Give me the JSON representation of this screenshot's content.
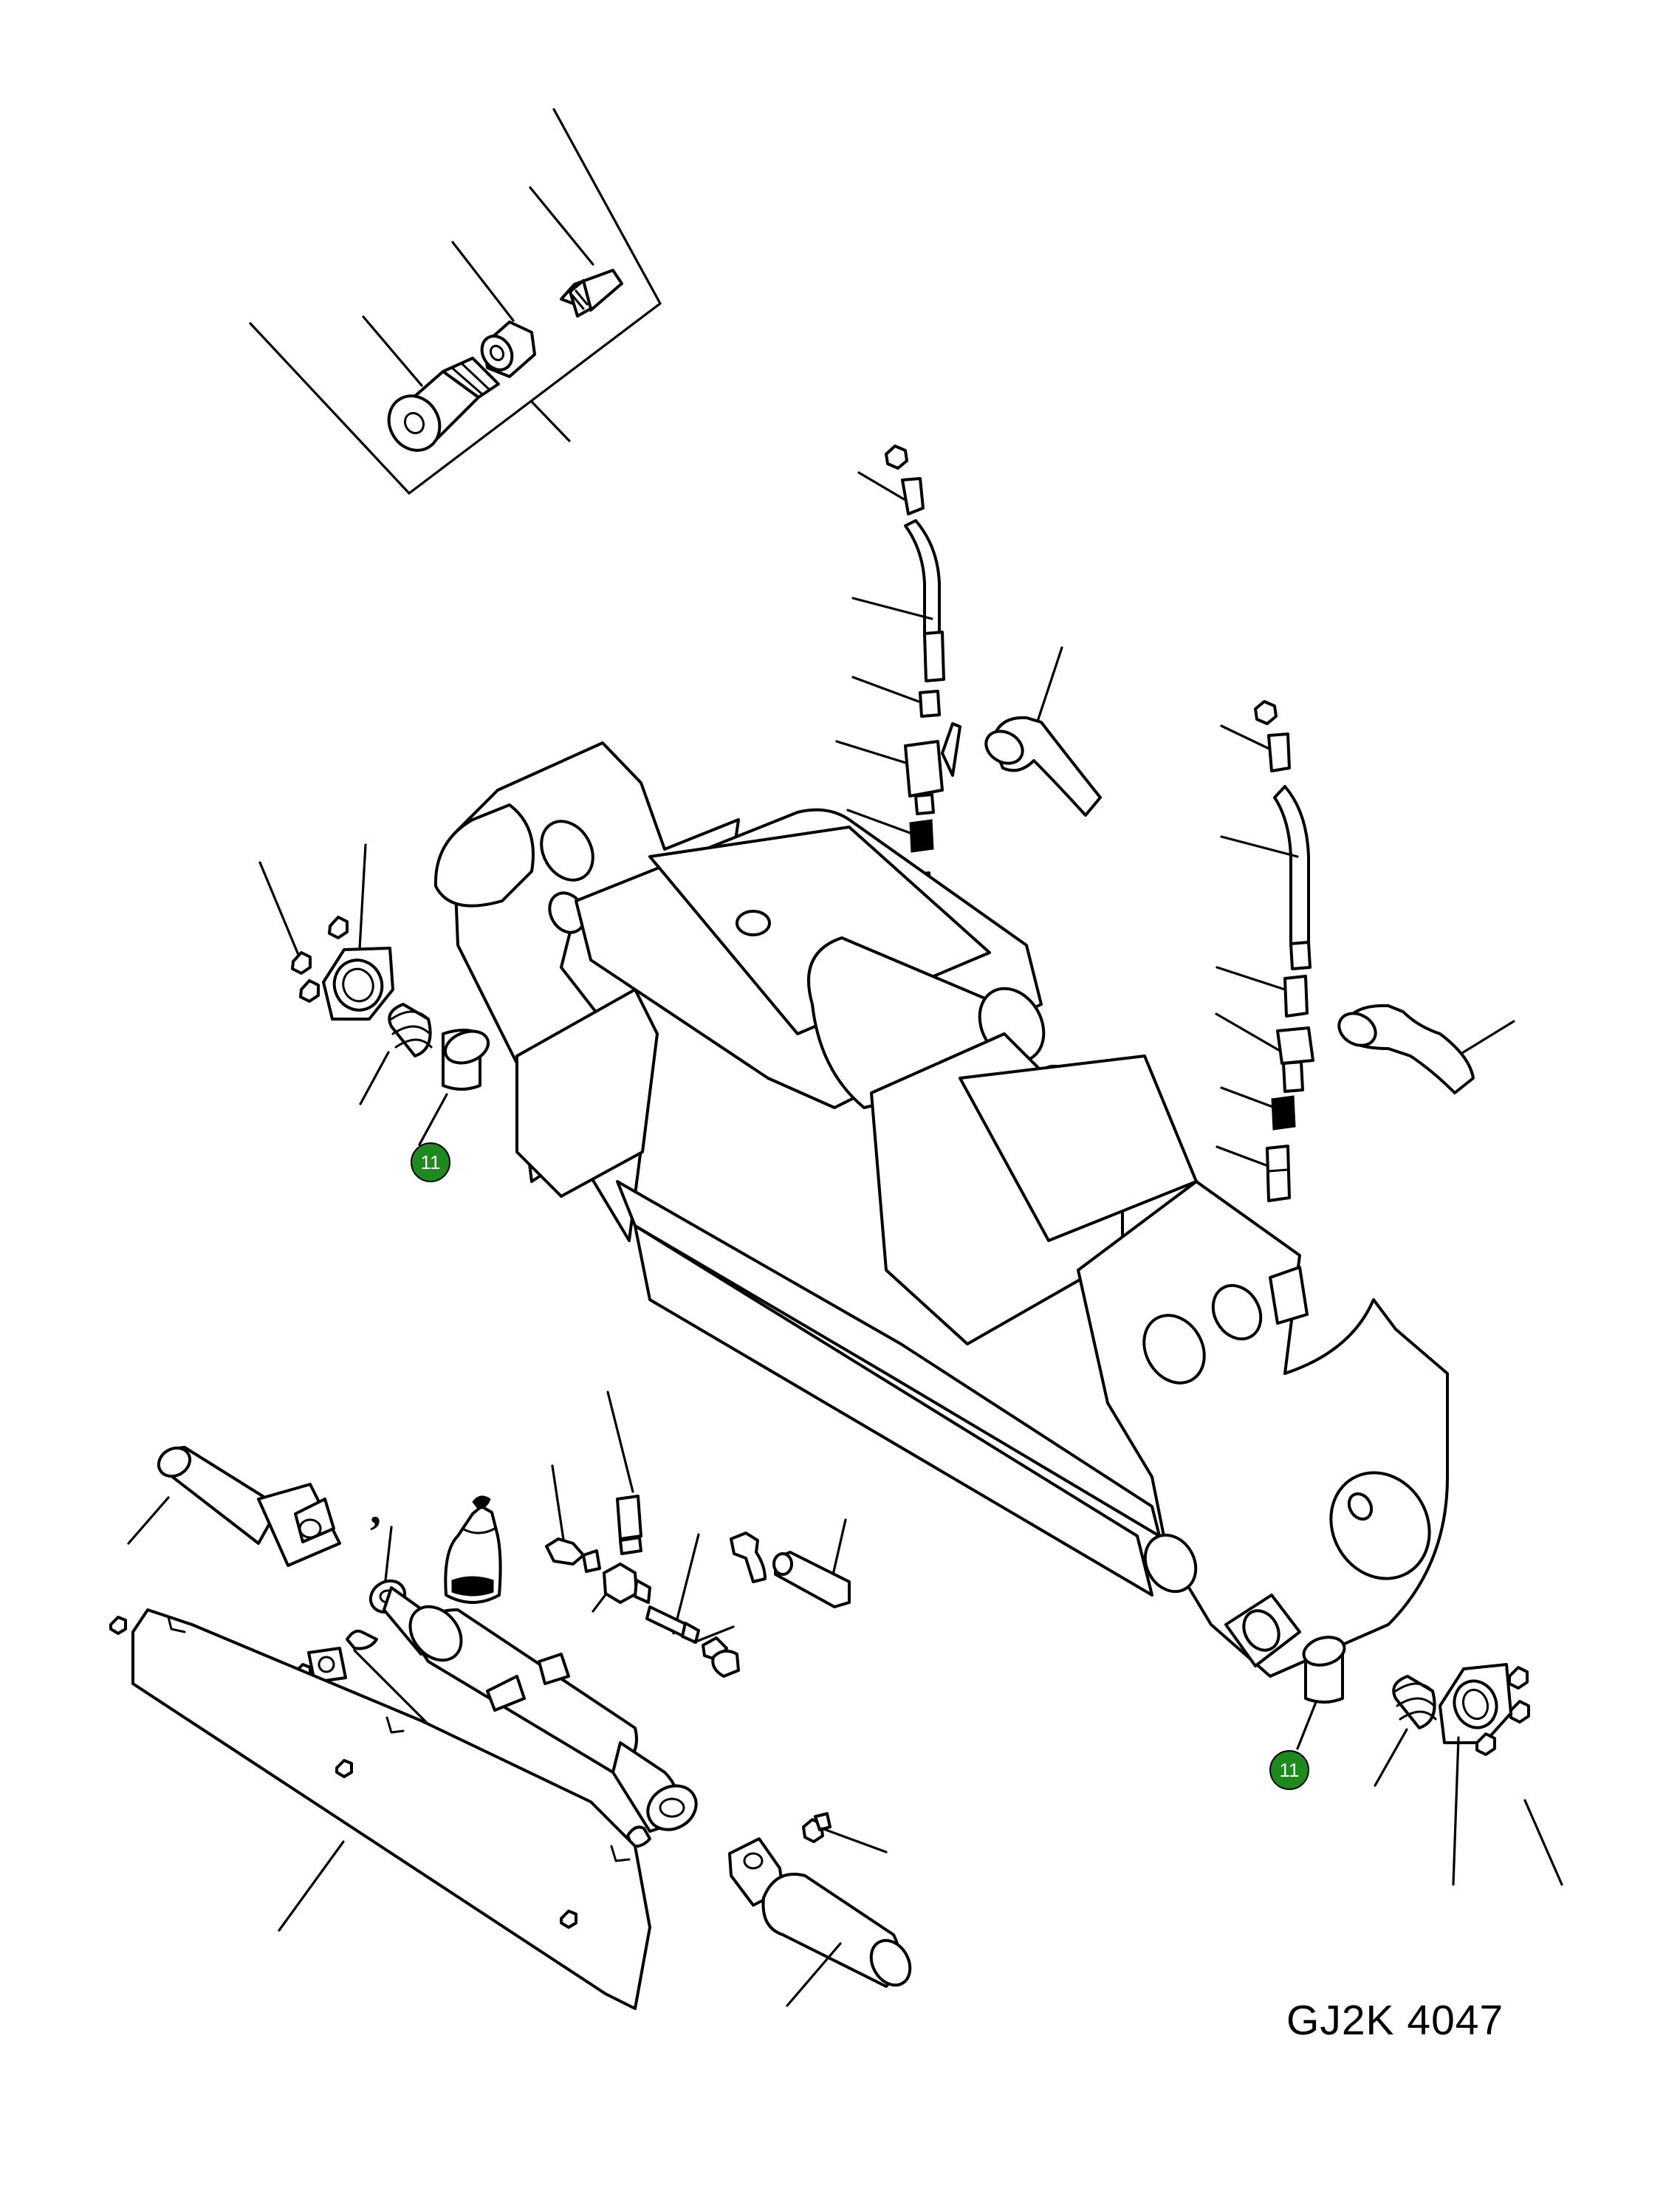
{
  "drawing_code": "GJ2K 4047",
  "stray_mark": ",",
  "callouts": [
    {
      "id": "callout-left",
      "label": "11"
    },
    {
      "id": "callout-right",
      "label": "11"
    }
  ],
  "colors": {
    "callout_fill": "#1e8a1e",
    "line": "#000000",
    "background": "#ffffff"
  }
}
